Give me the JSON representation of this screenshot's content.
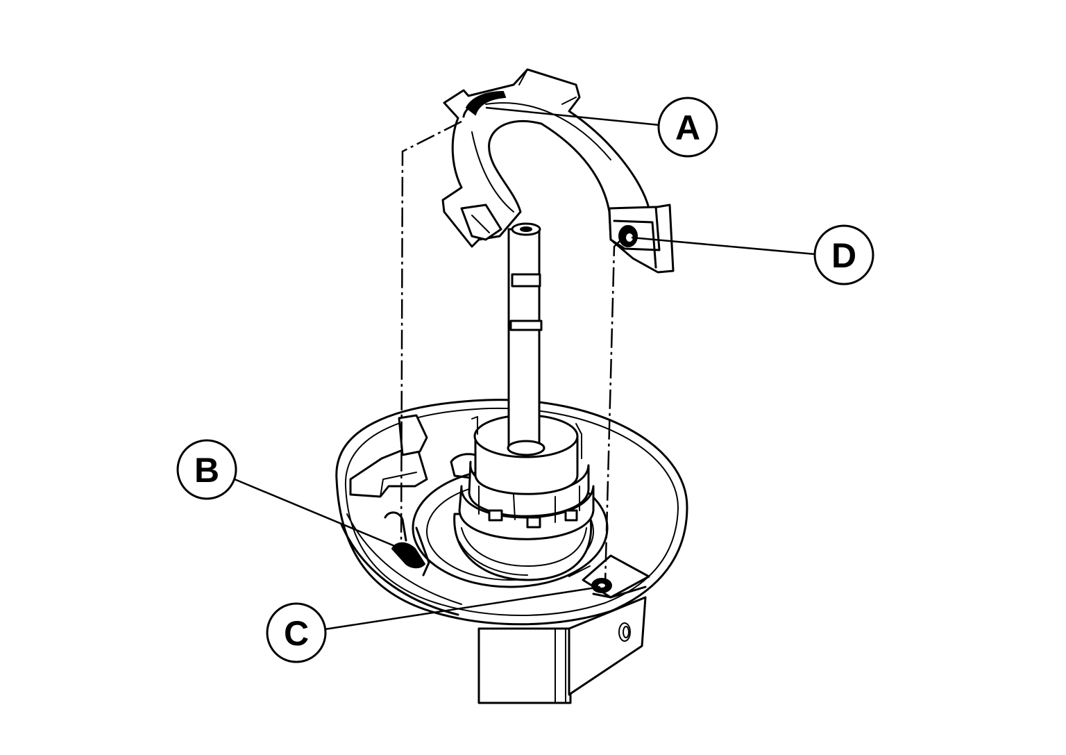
{
  "callouts": [
    {
      "id": "A",
      "label": "A"
    },
    {
      "id": "B",
      "label": "B"
    },
    {
      "id": "C",
      "label": "C"
    },
    {
      "id": "D",
      "label": "D"
    }
  ]
}
